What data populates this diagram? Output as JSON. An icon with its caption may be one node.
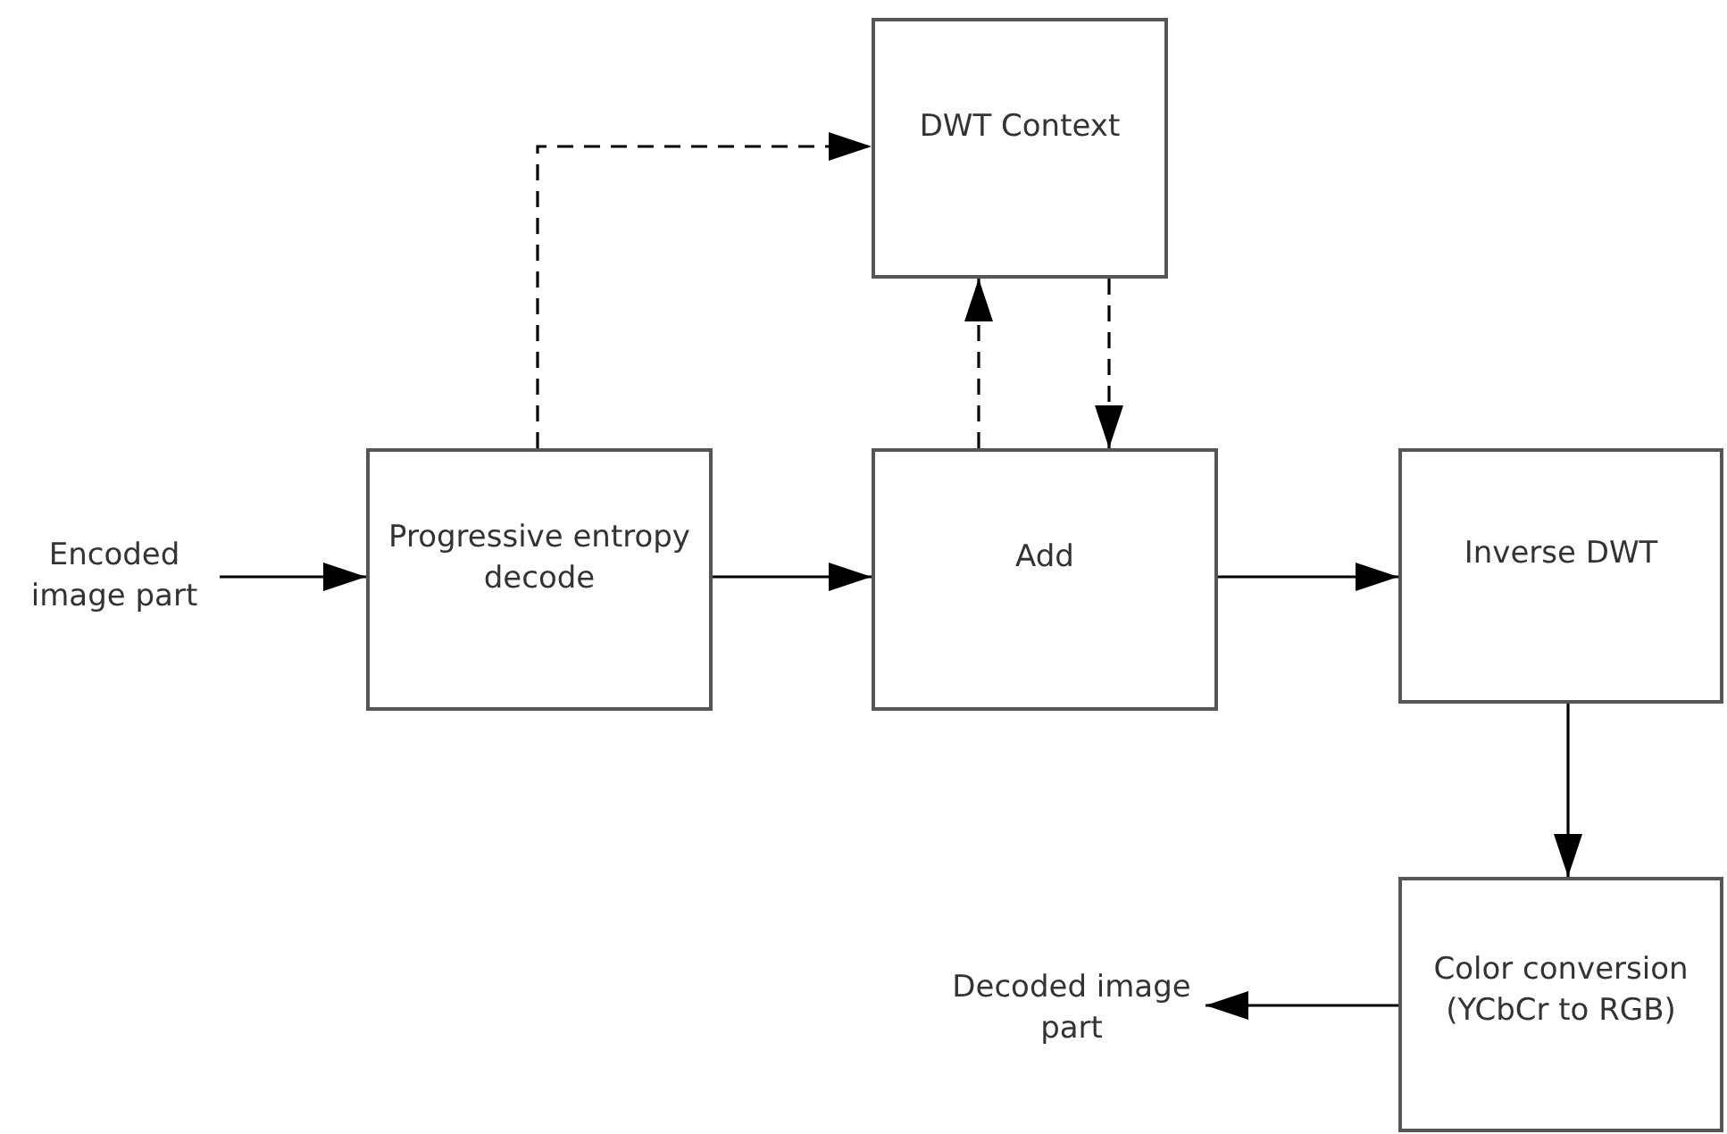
{
  "diagram": {
    "nodes": [
      {
        "text": [
          "Encoded image part"
        ]
      },
      {
        "text": [
          "Progressive entropy decode"
        ]
      },
      {
        "text": [
          "DWT Context"
        ]
      },
      {
        "text": [
          "Add"
        ]
      },
      {
        "text": [
          "Inverse DWT"
        ]
      },
      {
        "text": [
          "Color conversion (YCbCr to RGB)"
        ]
      },
      {
        "text": [
          "Decoded image part"
        ]
      }
    ],
    "edges": [
      {
        "from": 0,
        "to": 1,
        "arrow": "to"
      },
      {
        "from": 1,
        "to": 2,
        "arrow": "to",
        "style": "dashed"
      },
      {
        "from": 1,
        "to": 3,
        "arrow": "to"
      },
      {
        "from": 3,
        "to": 2,
        "arrow": "to",
        "style": "dashed"
      },
      {
        "from": 2,
        "to": 3,
        "arrow": "to",
        "style": "dashed"
      },
      {
        "from": 3,
        "to": 4,
        "arrow": "to"
      },
      {
        "from": 4,
        "to": 5,
        "arrow": "to"
      },
      {
        "from": 5,
        "to": 6,
        "arrow": "to"
      }
    ]
  }
}
